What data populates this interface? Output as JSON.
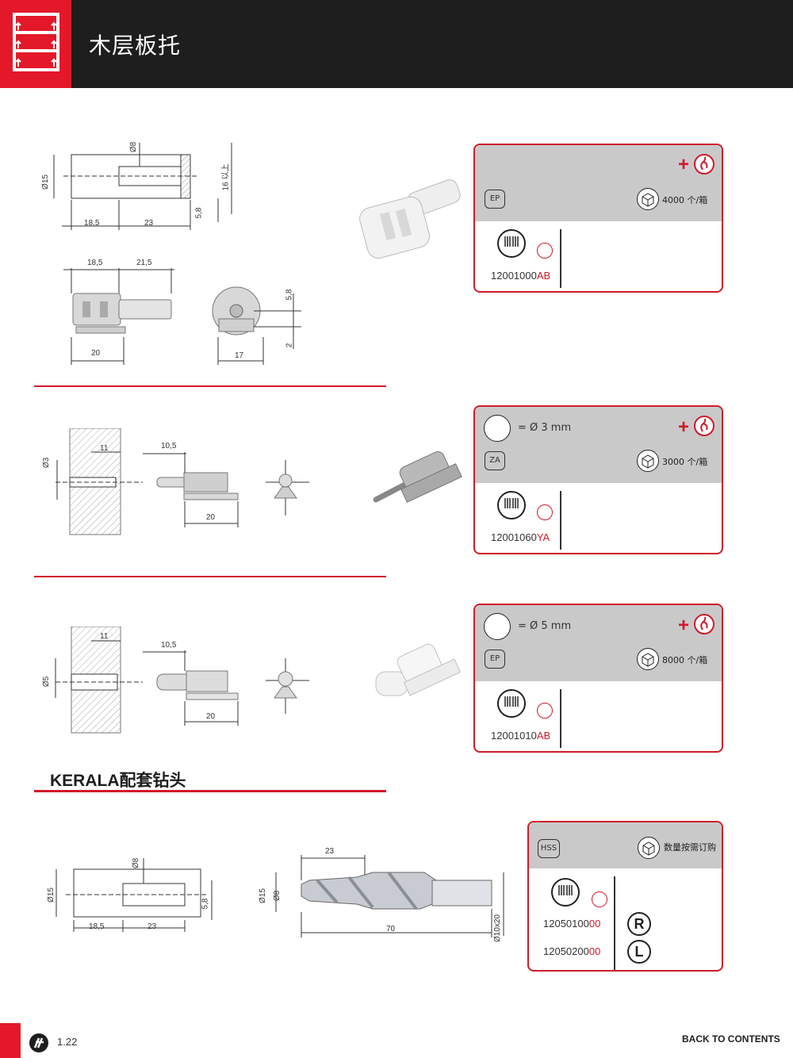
{
  "header": {
    "title": "木层板托"
  },
  "section": {
    "drill_title": "KERALA配套钻头"
  },
  "products": [
    {
      "material": "EP",
      "qty": "4000 个/箱",
      "code_main": "12001000",
      "code_suffix": "AB"
    },
    {
      "drill": "= Ø 3 mm",
      "material": "ZA",
      "qty": "3000 个/箱",
      "code_main": "12001060",
      "code_suffix": "YA"
    },
    {
      "drill": "= Ø 5 mm",
      "material": "EP",
      "qty": "8000 个/箱",
      "code_main": "12001010",
      "code_suffix": "AB"
    }
  ],
  "drill_card": {
    "material": "HSS",
    "qty": "数量按需订购",
    "codes": [
      {
        "main": "12050100",
        "suffix": "00",
        "badge": "R"
      },
      {
        "main": "12050200",
        "suffix": "00",
        "badge": "L"
      }
    ]
  },
  "drawings": {
    "d1": {
      "d8": "Ø8",
      "d15": "Ø15",
      "depth": "16 以上",
      "w1": "18,5",
      "w2": "23",
      "h": "5,8"
    },
    "d2": {
      "w1": "18,5",
      "w2": "21,5",
      "w3": "20",
      "w4": "17",
      "h1": "5,8",
      "h2": "2"
    },
    "d3": {
      "d": "Ø3",
      "w1": "11",
      "w2": "10,5",
      "w3": "20"
    },
    "d4": {
      "d": "Ø5",
      "w1": "11",
      "w2": "10,5",
      "w3": "20"
    },
    "d5": {
      "d8": "Ø8",
      "d15": "Ø15",
      "w1": "18,5",
      "w2": "23",
      "h": "5,8"
    },
    "d6": {
      "len": "23",
      "total": "70",
      "d15": "Ø15",
      "d8": "Ø8",
      "shank": "Ø10x20"
    }
  },
  "footer": {
    "page": "1.22",
    "link": "BACK TO CONTENTS"
  },
  "colors": {
    "accent": "#d11a2a",
    "header_bg": "#1e1e1e",
    "card_top": "#c9c9ca"
  }
}
